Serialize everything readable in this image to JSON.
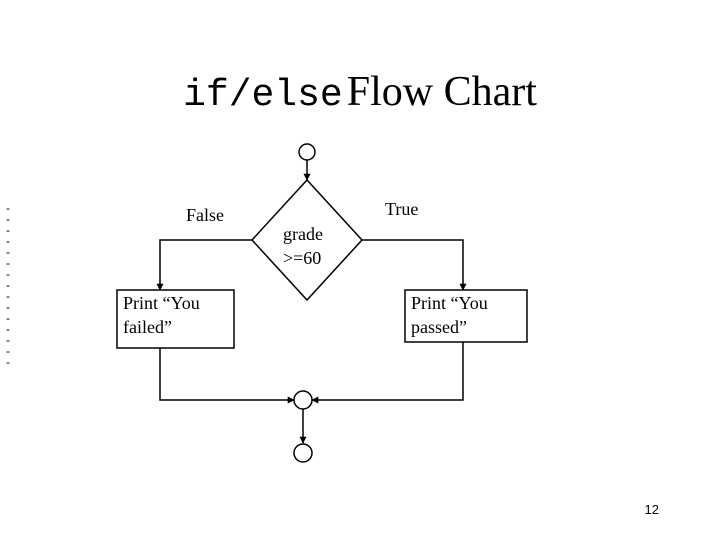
{
  "slide": {
    "title_code": "if/else",
    "title_text": "Flow Chart",
    "page_number": "12",
    "left_margin_dashes": "-\n-\n-\n-\n-\n-\n-\n-\n-\n-\n-\n-\n-\n-\n-"
  },
  "flowchart": {
    "decision_line1": "grade",
    "decision_line2": ">=60",
    "false_label": "False",
    "true_label": "True",
    "failed_line1": "Print “You",
    "failed_line2": "failed”",
    "passed_line1": "Print “You",
    "passed_line2": "passed”"
  }
}
